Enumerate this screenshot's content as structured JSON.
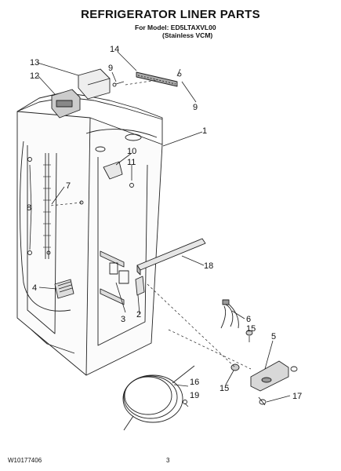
{
  "header": {
    "title": "REFRIGERATOR LINER PARTS",
    "model_line": "For Model: ED5LTAXVL00",
    "finish_line": "(Stainless VCM)"
  },
  "footer": {
    "doc_number": "W10177406",
    "page_number": "3"
  },
  "callouts": {
    "c1": "1",
    "c2": "2",
    "c3": "3",
    "c4": "4",
    "c5": "5",
    "c6": "6",
    "c7": "7",
    "c8": "8",
    "c9a": "9",
    "c9b": "9",
    "c10": "10",
    "c11": "11",
    "c12": "12",
    "c13": "13",
    "c14": "14",
    "c15a": "15",
    "c15b": "15",
    "c16": "16",
    "c17": "17",
    "c18": "18",
    "c19": "19"
  }
}
